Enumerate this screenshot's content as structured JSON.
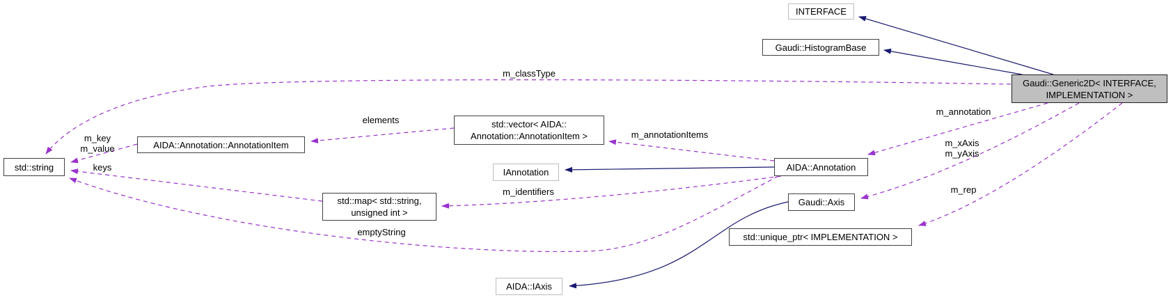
{
  "diagram_type": "doxygen-collaboration-graph",
  "colors": {
    "inheritance": "#191970",
    "usage": "#9a32cd",
    "node_border": "#404040",
    "external_border": "#bdbdbd",
    "focus_fill": "#bfbfbf",
    "text": "#000000",
    "bg": "#ffffff"
  },
  "nodes": [
    {
      "id": "std-string",
      "label": "std::string",
      "style": "plain"
    },
    {
      "id": "annotation-item",
      "label": "AIDA::Annotation::AnnotationItem",
      "style": "plain"
    },
    {
      "id": "vector-annotation-item",
      "label": "std::vector< AIDA::\nAnnotation::AnnotationItem >",
      "style": "plain"
    },
    {
      "id": "iannotation",
      "label": "IAnnotation",
      "style": "external"
    },
    {
      "id": "aida-annotation",
      "label": "AIDA::Annotation",
      "style": "plain"
    },
    {
      "id": "map-string-uint",
      "label": "std::map< std::string,\nunsigned int >",
      "style": "plain"
    },
    {
      "id": "gaudi-axis",
      "label": "Gaudi::Axis",
      "style": "plain"
    },
    {
      "id": "unique-ptr-implementation",
      "label": "std::unique_ptr< IMPLEMENTATION >",
      "style": "plain"
    },
    {
      "id": "aida-iaxis",
      "label": "AIDA::IAxis",
      "style": "external"
    },
    {
      "id": "interface",
      "label": "INTERFACE",
      "style": "external"
    },
    {
      "id": "gaudi-histogrambase",
      "label": "Gaudi::HistogramBase",
      "style": "plain"
    },
    {
      "id": "gaudi-generic2d",
      "label": "Gaudi::Generic2D< INTERFACE,\nIMPLEMENTATION >",
      "style": "focus"
    }
  ],
  "edges": [
    {
      "from": "gaudi-generic2d",
      "to": "interface",
      "type": "inheritance",
      "label": ""
    },
    {
      "from": "gaudi-generic2d",
      "to": "gaudi-histogrambase",
      "type": "inheritance",
      "label": ""
    },
    {
      "from": "aida-annotation",
      "to": "iannotation",
      "type": "inheritance",
      "label": ""
    },
    {
      "from": "gaudi-axis",
      "to": "aida-iaxis",
      "type": "inheritance",
      "label": ""
    },
    {
      "from": "gaudi-generic2d",
      "to": "std-string",
      "type": "usage",
      "label": "m_classType"
    },
    {
      "from": "vector-annotation-item",
      "to": "annotation-item",
      "type": "usage",
      "label": "elements"
    },
    {
      "from": "annotation-item",
      "to": "std-string",
      "type": "usage",
      "label": "m_key\nm_value"
    },
    {
      "from": "map-string-uint",
      "to": "std-string",
      "type": "usage",
      "label": "keys"
    },
    {
      "from": "aida-annotation",
      "to": "vector-annotation-item",
      "type": "usage",
      "label": "m_annotationItems"
    },
    {
      "from": "gaudi-generic2d",
      "to": "aida-annotation",
      "type": "usage",
      "label": "m_annotation"
    },
    {
      "from": "gaudi-generic2d",
      "to": "gaudi-axis",
      "type": "usage",
      "label": "m_xAxis\nm_yAxis"
    },
    {
      "from": "aida-annotation",
      "to": "map-string-uint",
      "type": "usage",
      "label": "m_identifiers"
    },
    {
      "from": "gaudi-generic2d",
      "to": "unique-ptr-implementation",
      "type": "usage",
      "label": "m_rep"
    },
    {
      "from": "aida-annotation",
      "to": "std-string",
      "type": "usage",
      "label": "emptyString"
    }
  ]
}
